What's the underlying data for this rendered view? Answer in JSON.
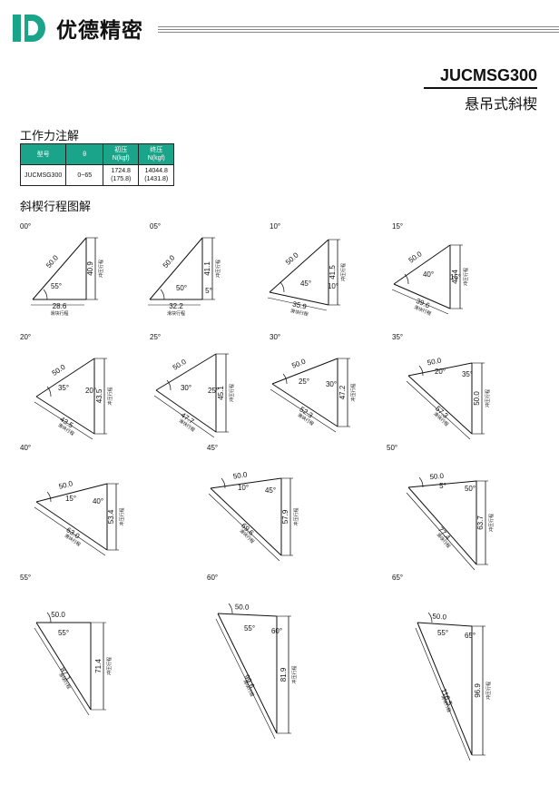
{
  "header": {
    "brand": "优德精密",
    "model": "JUCMSG300",
    "subtitle": "悬吊式斜楔"
  },
  "work_force": {
    "title": "工作力注解",
    "headers": [
      "型号",
      "θ",
      "初压",
      "N(kgf)",
      "终压",
      "N(kgf)"
    ],
    "row": {
      "model": "JUCMSG300",
      "theta": "0~65",
      "initial": "1724.8",
      "initial_kgf": "(175.8)",
      "final": "14044.8",
      "final_kgf": "(1431.8)"
    },
    "header_color": "#1aa58a"
  },
  "stroke_section": {
    "title": "斜楔行程图解",
    "hyp_len": "50.0",
    "ram_label": "冲压行程",
    "slide_label": "滑块行程"
  },
  "diagrams": [
    {
      "angle": "00°",
      "vert": "40.9",
      "slide": "28.6",
      "a1": "55°",
      "a2": ""
    },
    {
      "angle": "05°",
      "vert": "41.1",
      "slide": "32.2",
      "a1": "50°",
      "a2": "5°"
    },
    {
      "angle": "10°",
      "vert": "41.5",
      "slide": "35.9",
      "a1": "45°",
      "a2": "10°"
    },
    {
      "angle": "15°",
      "vert": "42.4",
      "slide": "39.6",
      "a1": "40°",
      "a2": "15°"
    },
    {
      "angle": "20°",
      "vert": "43.5",
      "slide": "43.5",
      "a1": "35°",
      "a2": "20°"
    },
    {
      "angle": "25°",
      "vert": "45.1",
      "slide": "47.7",
      "a1": "30°",
      "a2": "25°"
    },
    {
      "angle": "30°",
      "vert": "47.2",
      "slide": "52.3",
      "a1": "25°",
      "a2": "30°"
    },
    {
      "angle": "35°",
      "vert": "50.0",
      "slide": "57.3",
      "a1": "20°",
      "a2": "35°"
    },
    {
      "angle": "40°",
      "vert": "53.4",
      "slide": "63.0",
      "a1": "15°",
      "a2": "40°"
    },
    {
      "angle": "45°",
      "vert": "57.9",
      "slide": "69.6",
      "a1": "10°",
      "a2": "45°"
    },
    {
      "angle": "50°",
      "vert": "63.7",
      "slide": "77.4",
      "a1": "5°",
      "a2": "50°"
    },
    {
      "angle": "55°",
      "vert": "71.4",
      "slide": "87.1",
      "a1": "55°",
      "a2": ""
    },
    {
      "angle": "60°",
      "vert": "81.9",
      "slide": "99.6",
      "a1": "55°",
      "a2": "60°"
    },
    {
      "angle": "65°",
      "vert": "96.9",
      "slide": "116.5",
      "a1": "55°",
      "a2": "65°"
    }
  ]
}
